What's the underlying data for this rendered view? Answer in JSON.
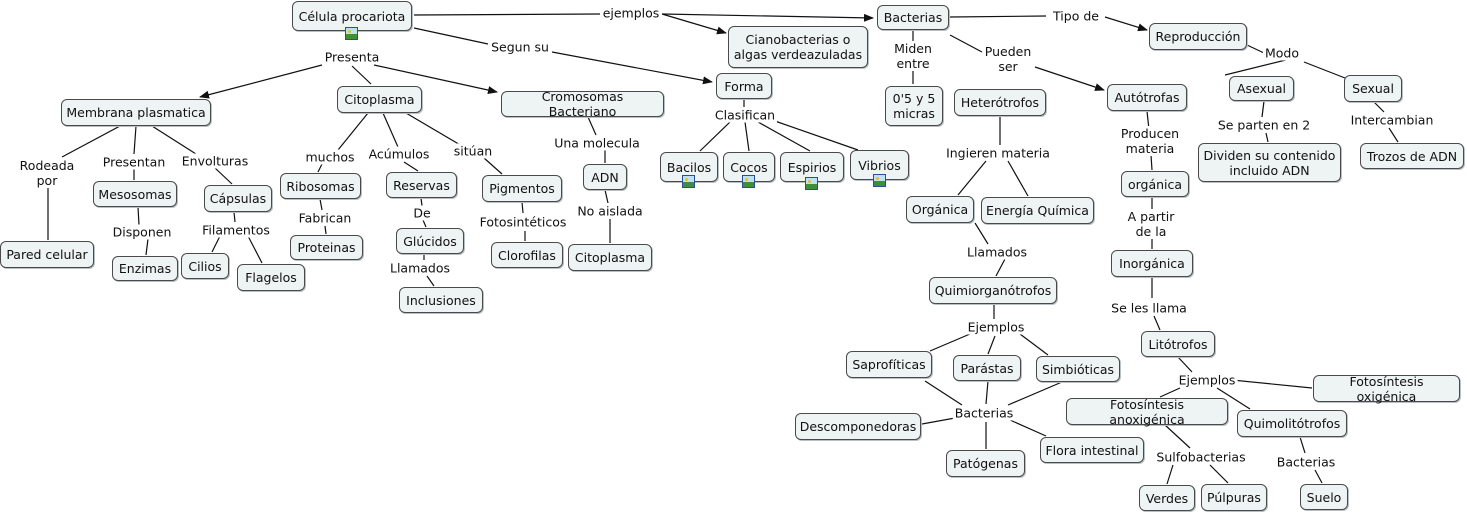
{
  "concepts": {
    "celula_procariota": "Célula procariota",
    "membrana_plasmatica": "Membrana plasmatica",
    "citoplasma": "Citoplasma",
    "cromosomas_bacteriano": "Cromosomas Bacteriano",
    "forma": "Forma",
    "cianobacterias": "Cianobacterias o\nalgas verdeazuladas",
    "bacterias_top": "Bacterias",
    "reproduccion": "Reproducción",
    "pared_celular": "Pared celular",
    "mesosomas": "Mesosomas",
    "enzimas": "Enzimas",
    "capsulas": "Cápsulas",
    "cilios": "Cilios",
    "flagelos": "Flagelos",
    "ribosomas": "Ribosomas",
    "proteinas": "Proteinas",
    "reservas": "Reservas",
    "glucidos": "Glúcidos",
    "inclusiones": "Inclusiones",
    "pigmentos": "Pigmentos",
    "clorofilas": "Clorofilas",
    "adn": "ADN",
    "citoplasma2": "Citoplasma",
    "bacilos": "Bacilos",
    "cocos": "Cocos",
    "espirios": "Espirios",
    "vibrios": "Vibrios",
    "medida": "0'5 y 5\nmicras",
    "heterotrofos": "Heterótrofos",
    "autotrofas": "Autótrofas",
    "organica1": "Orgánica",
    "energia_quimica": "Energía Química",
    "quimiorganotrofos": "Quimiorganótrofos",
    "saprofiticas": "Saprofíticas",
    "parastas": "Parástas",
    "simbioticas": "Simbióticas",
    "descomponedoras": "Descomponedoras",
    "patogenas": "Patógenas",
    "flora_intestinal": "Flora intestinal",
    "organica2": "orgánica",
    "inorganica": "Inorgánica",
    "litotrofos": "Litótrofos",
    "fotosintesis_oxigenica": "Fotosíntesis oxigénica",
    "fotosintesis_anoxigenica": "Fotosíntesis anoxigénica",
    "quimiolitotrofos": "Quimolitótrofos",
    "verdes": "Verdes",
    "purpuras": "Púlpuras",
    "suelo": "Suelo",
    "asexual": "Asexual",
    "sexual": "Sexual",
    "dividen": "Dividen su contenido\nincluido ADN",
    "trozos_adn": "Trozos de ADN"
  },
  "linking_phrases": {
    "ejemplos_top": "ejemplos",
    "presenta": "Presenta",
    "segun_su": "Segun su",
    "tipo_de": "Tipo de",
    "miden_entre": "Miden\nentre",
    "pueden_ser": "Pueden\nser",
    "modo": "Modo",
    "rodeada_por": "Rodeada\npor",
    "presentan": "Presentan",
    "envolturas": "Envolturas",
    "disponen": "Disponen",
    "filamentos": "Filamentos",
    "muchos": "muchos",
    "fabrican": "Fabrican",
    "acumulos": "Acúmulos",
    "de": "De",
    "llamados1": "Llamados",
    "situan": "sitúan",
    "fotosinteticos": "Fotosintéticos",
    "una_molecula": "Una molecula",
    "no_aislada": "No aislada",
    "clasifican": "Clasifican",
    "ingieren_materia": "Ingieren materia",
    "llamados2": "Llamados",
    "ejemplos_mid": "Ejemplos",
    "bacterias_mid": "Bacterias",
    "producen_materia": "Producen\nmateria",
    "a_partir_de_la": "A partir\nde la",
    "se_les_llama": "Se les llama",
    "ejemplos_right": "Ejemplos",
    "sulfobacterias": "Sulfobacterias",
    "bacterias_right": "Bacterias",
    "se_parten_en_2": "Se parten en 2",
    "intercambian": "Intercambian"
  }
}
